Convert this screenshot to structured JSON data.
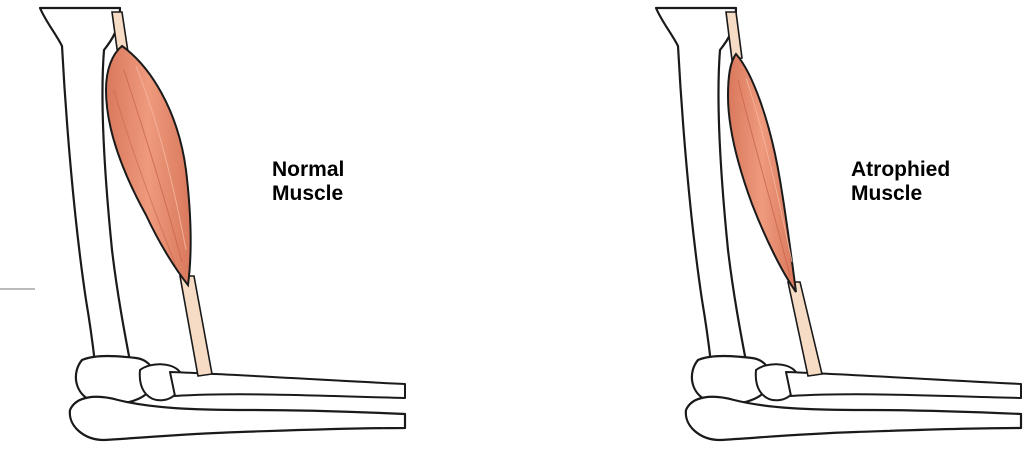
{
  "panels": [
    {
      "label_line1": "Normal",
      "label_line2": "Muscle"
    },
    {
      "label_line1": "Atrophied",
      "label_line2": "Muscle"
    }
  ],
  "colors": {
    "background": "#ffffff",
    "bone_fill": "#ffffff",
    "outline": "#1a1a1a",
    "muscle_fill": "#e88a6e",
    "muscle_dark": "#cf6d52",
    "tendon_fill": "#f6dcc4",
    "label_text": "#000000"
  }
}
